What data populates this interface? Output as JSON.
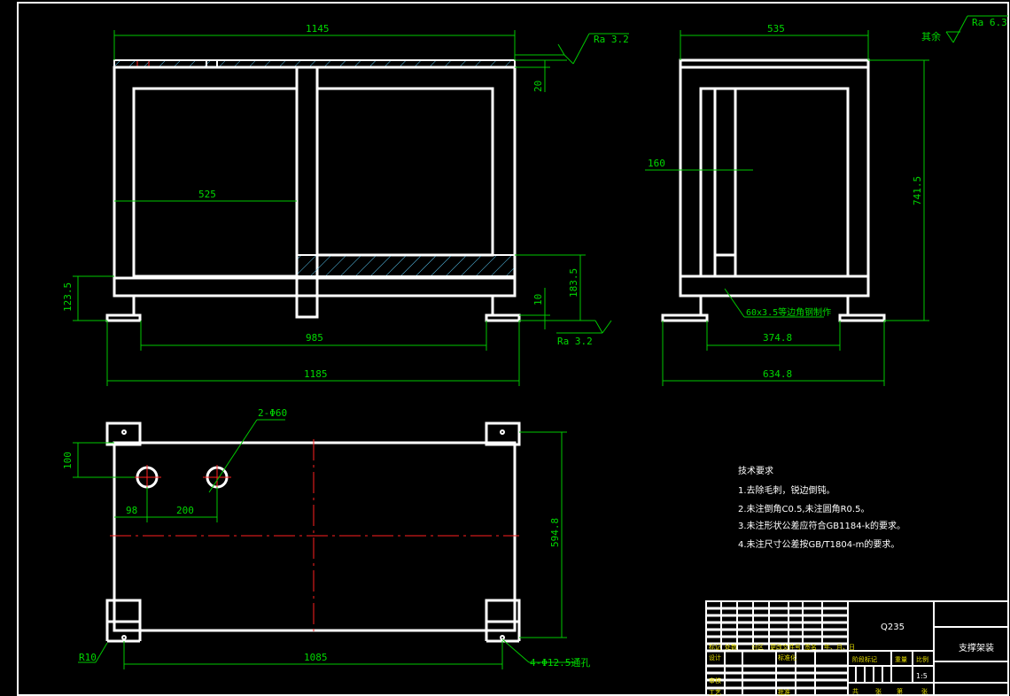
{
  "dims": {
    "front_width": "1145",
    "front_inner": "525",
    "front_total": "1185",
    "front_foot_span": "985",
    "front_left_height": "123.5",
    "front_right_height": "183.5",
    "front_top_plate": "20",
    "front_foot_thk": "10",
    "side_width": "535",
    "side_height": "741.5",
    "side_dim": "160",
    "side_foot_span": "374.8",
    "side_total": "634.8",
    "side_note": "60x3.5等边角钢制作",
    "plan_holes": "2-Φ60",
    "plan_offset_y": "100",
    "plan_x1": "98",
    "plan_x2": "200",
    "plan_depth": "594.8",
    "plan_corner_r": "R10",
    "plan_foot_span": "1085",
    "plan_foot_holes": "4-Φ12.5通孔"
  },
  "roughness": {
    "top": "Ra 3.2",
    "bottom": "Ra 3.2",
    "other": "Ra 6.3",
    "other_label": "其余"
  },
  "tech": {
    "title": "技术要求",
    "items": [
      "1.去除毛刺，锐边倒钝。",
      "2.未注倒角C0.5,未注圆角R0.5。",
      "3.未注形状公差应符合GB1184-k的要求。",
      "4.未注尺寸公差按GB/T1804-m的要求。"
    ]
  },
  "title_block": {
    "material": "Q235",
    "name": "支撑架装",
    "scale": "1:5",
    "stage_label": "阶段标记",
    "weight_label": "重量",
    "ratio_label": "比例",
    "row_headers": [
      "标记",
      "处数",
      "分区",
      "更改文件号",
      "签名",
      "年、月、日"
    ],
    "design": "设计",
    "standard": "标准化",
    "review": "审核",
    "process": "工艺",
    "approve": "批准",
    "sheet_total": "共",
    "sheet_label": "张",
    "sheet_no": "第",
    "sheet_label2": "张"
  }
}
